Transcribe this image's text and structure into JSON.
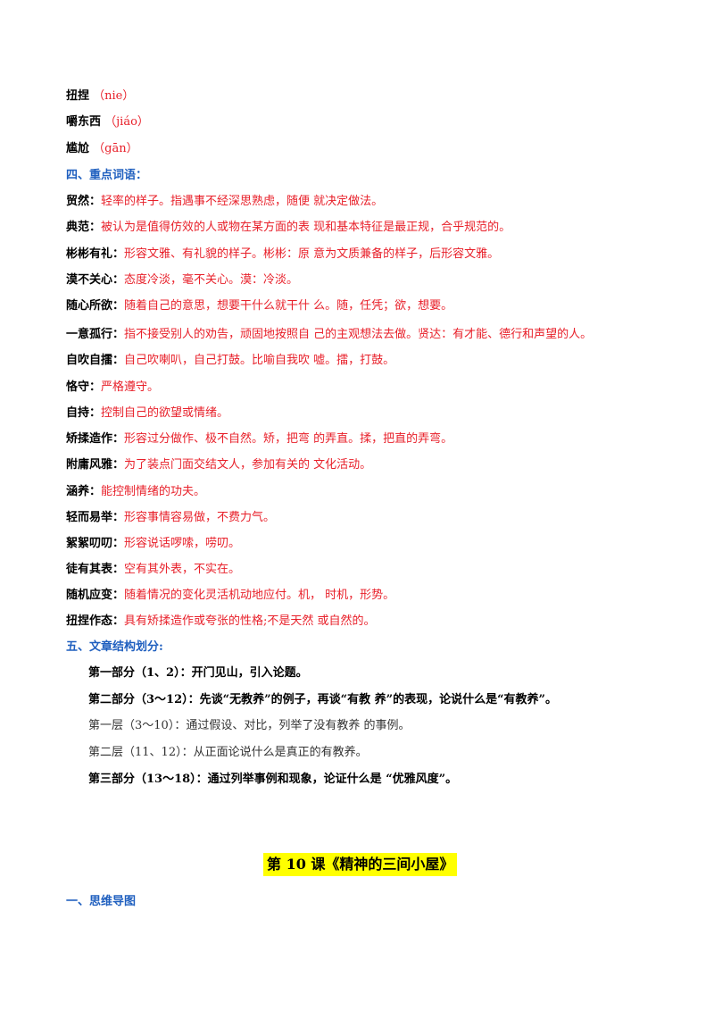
{
  "pinyin": [
    {
      "term": "扭捏",
      "pinyin": "（nie）"
    },
    {
      "term": "嚼东西",
      "pinyin": "（jiáo）"
    },
    {
      "term": "尴尬",
      "pinyin": "（gān）"
    }
  ],
  "section4_heading": "四、重点词语：",
  "vocab": [
    {
      "term": "贸然：",
      "def": "轻率的样子。指遇事不经深思熟虑，随便 就决定做法。"
    },
    {
      "term": "典范：",
      "def": "被认为是值得仿效的人或物在某方面的表 现和基本特征是最正规，合乎规范的。"
    },
    {
      "term": "彬彬有礼：",
      "def": "形容文雅、有礼貌的样子。彬彬：原 意为文质兼备的样子，后形容文雅。"
    },
    {
      "term": "漠不关心：",
      "def": "态度冷淡，毫不关心。漠：冷淡。"
    },
    {
      "term": "随心所欲：",
      "def": "随着自己的意思，想要干什么就干什 么。随，任凭；欲，想要。"
    },
    {
      "term": "一意孤行：",
      "def": "指不接受别人的劝告，顽固地按照自 己的主观想法去做。贤达：有才能、德行和声望的人。"
    },
    {
      "term": "自吹自擂：",
      "def": "自己吹喇叭，自己打鼓。比喻自我吹 嘘。擂，打鼓。"
    },
    {
      "term": "恪守：",
      "def": "严格遵守。"
    },
    {
      "term": "自持：",
      "def": "控制自己的欲望或情绪。"
    },
    {
      "term": "矫揉造作：",
      "def": "形容过分做作、极不自然。矫，把弯 的弄直。揉，把直的弄弯。"
    },
    {
      "term": "附庸风雅：",
      "def": "为了装点门面交结文人，参加有关的 文化活动。"
    },
    {
      "term": "涵养：",
      "def": "能控制情绪的功夫。"
    },
    {
      "term": "轻而易举：",
      "def": "形容事情容易做，不费力气。"
    },
    {
      "term": "絮絮叨叨：",
      "def": "形容说话啰嗦，唠叨。"
    },
    {
      "term": "徒有其表：",
      "def": "空有其外表，不实在。"
    },
    {
      "term": "随机应变：",
      "def": "随着情况的变化灵活机动地应付。机， 时机，形势。"
    },
    {
      "term": "扭捏作态：",
      "def": "具有矫揉造作或夸张的性格;不是天然 或自然的。"
    }
  ],
  "section5_heading": "五、文章结构划分:",
  "structure": [
    "第一部分（1、2）：开门见山，引入论题。",
    "第二部分（3～12）：先谈“无教养”的例子，再谈“有教 养”的表现，论说什么是“有教养”。",
    "第一层（3～10）：通过假设、对比，列举了没有教养 的事例。",
    "第二层（11、12）：从正面论说什么是真正的有教养。",
    "第三部分（13～18）：通过列举事例和现象，论证什么是 “优雅风度”。"
  ],
  "lesson_title": "第 10 课《精神的三间小屋》",
  "section1_heading": "一、思维导图"
}
